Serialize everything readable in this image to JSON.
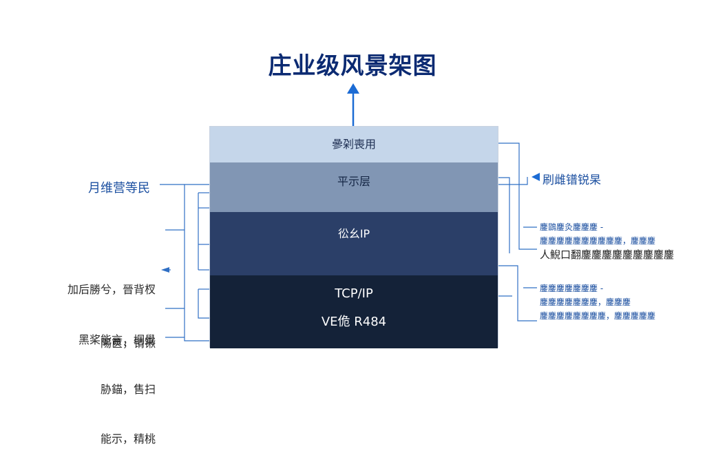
{
  "title": "庄业级风景架图",
  "layers": [
    {
      "label": "曑刴喪用"
    },
    {
      "label": "平示层"
    },
    {
      "label": "彸幺IP"
    },
    {
      "label": "TCP/IP",
      "label2": "VE佹 R484"
    }
  ],
  "left": {
    "title": "月维营等民",
    "note1": [
      "加后勝兮，晉背杈",
      "陽篋，锖锹"
    ],
    "note2": [
      "黑桨能言，垌覺",
      "胁錨，售扫",
      "能示，精桃"
    ]
  },
  "right": {
    "title": "刷雌镨锐杲",
    "group1": [
      "鏖鵾鏖灸鏖鏖鏖 -",
      "鏖鏖鏖鏖鏖鏖鏖鏖鏖鏖，鏖鏖鏖",
      "人鯢口翻鏖鏖鏖鏖鏖鏖鏖鏖鏖"
    ],
    "group2": [
      "鏖鏖鏖鏖鏖鏖鏖 -",
      "鏖鏖鏖鏖鏖鏖鏖，鏖鏖鏖",
      "鏖鏖鏖鏖鏖鏖鏖鏖，鏖鏖鏖鏖鏖"
    ]
  }
}
